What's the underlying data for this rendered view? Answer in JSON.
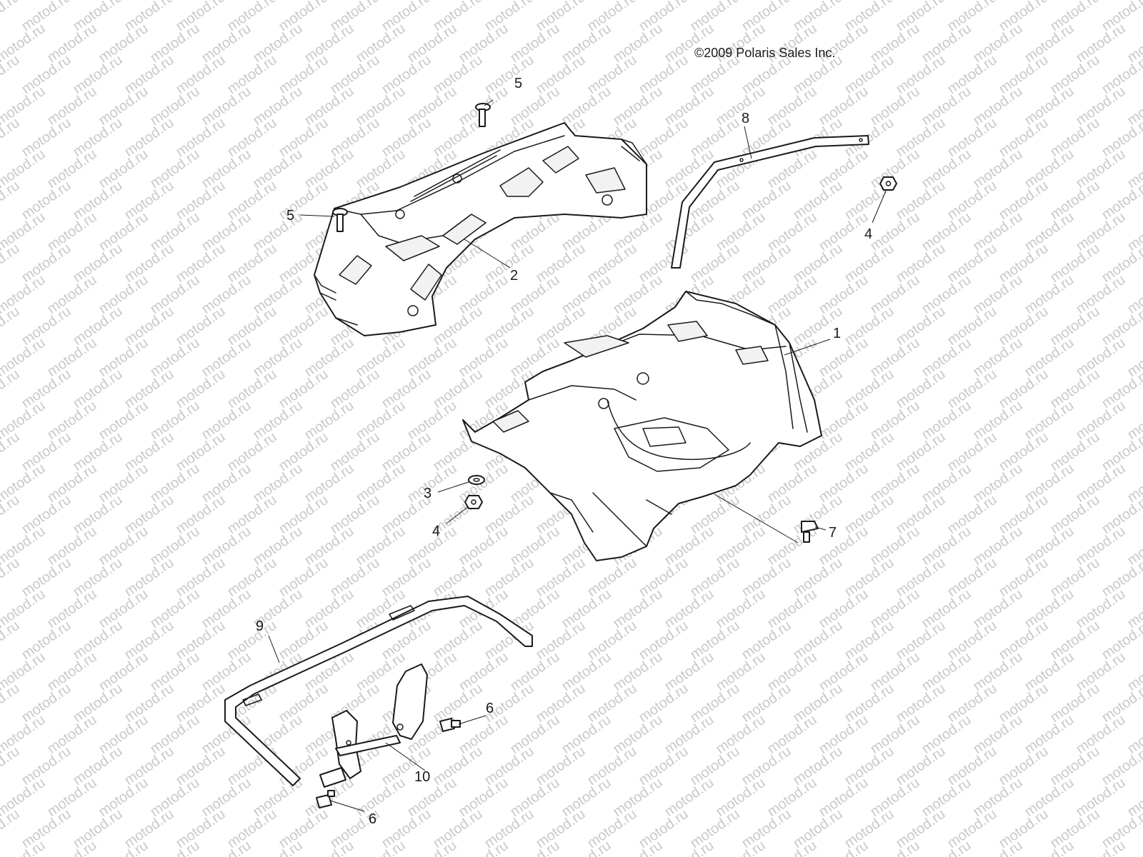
{
  "copyright": "©2009 Polaris Sales Inc.",
  "watermark": "motod.ru",
  "callouts": {
    "c1": "1",
    "c2": "2",
    "c3": "3",
    "c4a": "4",
    "c4b": "4",
    "c5a": "5",
    "c5b": "5",
    "c6a": "6",
    "c6b": "6",
    "c7": "7",
    "c8": "8",
    "c9": "9",
    "c10": "10"
  },
  "colors": {
    "line": "#1a1a1a",
    "watermark": "#c9c9c9",
    "background": "#ffffff"
  }
}
